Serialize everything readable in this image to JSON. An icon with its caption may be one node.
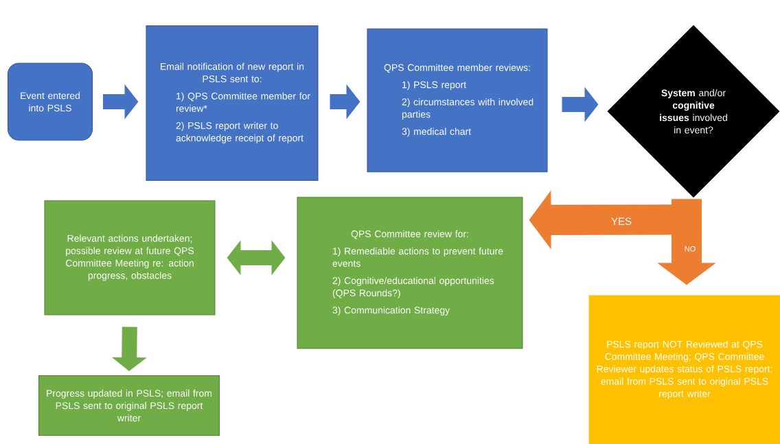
{
  "diagram": {
    "nodes": [
      {
        "text": [
          "Event entered into PSLS"
        ]
      },
      {
        "text": [
          "Email notification of new report in PSLS sent to:",
          "1) QPS Committee member for review*",
          "2) PSLS report writer to acknowledge receipt of report"
        ]
      },
      {
        "text": [
          "QPS Committee member reviews:",
          "1) PSLS report",
          "2) circumstances with involved parties",
          "3) medical chart"
        ]
      },
      {
        "text": [
          "**System** and/or **cognitive issues** involved in event?"
        ]
      },
      {
        "text": [
          "QPS Committee review for:",
          "1) Remediable actions to prevent future events",
          "2) Cognitive/educational opportunities (QPS Rounds?)",
          "3) Communication Strategy"
        ]
      },
      {
        "text": [
          "Relevant actions undertaken; possible review at future QPS Committee Meeting re: action progress, obstacles"
        ]
      },
      {
        "text": [
          "Progress updated in PSLS; email from PSLS sent to original PSLS report writer"
        ]
      },
      {
        "text": [
          "PSLS report NOT Reviewed at QPS Committee Meeting; QPS Committee Reviewer updates status of PSLS report; email from PSLS sent to original PSLS report writer"
        ]
      }
    ],
    "edges": [
      {
        "from": 0,
        "to": 1,
        "arrow": "to"
      },
      {
        "from": 1,
        "to": 2,
        "arrow": "to"
      },
      {
        "from": 2,
        "to": 3,
        "arrow": "to"
      },
      {
        "from": 3,
        "to": 4,
        "arrow": "to",
        "label": "YES",
        "style": "thick",
        "color": "#ed7d31"
      },
      {
        "from": 3,
        "to": 7,
        "arrow": "to",
        "label": "NO",
        "style": "thick",
        "color": "#ed7d31"
      },
      {
        "from": 5,
        "to": 4,
        "arrow": "both",
        "color": "#70ad47"
      },
      {
        "from": 5,
        "to": 6,
        "arrow": "to",
        "color": "#70ad47"
      }
    ]
  }
}
